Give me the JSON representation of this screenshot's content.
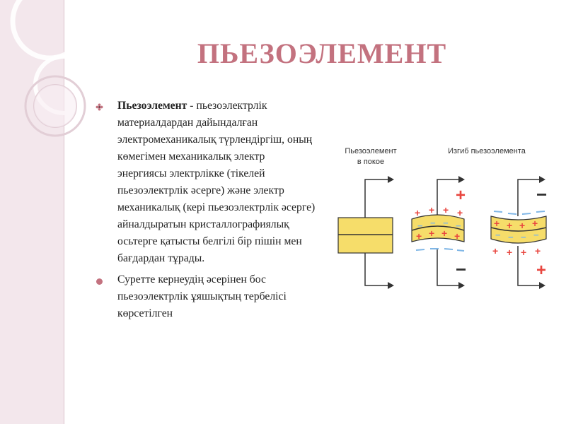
{
  "slide": {
    "title": "ПЬЕЗОЭЛЕМЕНТ",
    "bullets": [
      {
        "term": "Пьезоэлемент",
        "text": " - пьезоэлектрлік материалдардан дайындалған электромеханикалық түрлендіргіш, оның көмегімен механикалық электр энергиясы электрлікке (тікелей пьезоэлектрлік әсерге) және электр механикалық (кері пьезоэлектрлік әсерге) айналдыратын кристаллографиялық осьтерге қатысты белгілі бір пішін мен бағдардан тұрады."
      },
      {
        "term": "",
        "text": "Суретте кернеудің әсерінен бос пьезоэлектрлік ұяшықтың тербелісі көрсетілген"
      }
    ],
    "colors": {
      "title": "#c3727f",
      "band": "#f3e7ec",
      "plus": "#e8463f",
      "minus": "#7fb6e6",
      "element": "#f6dd6a"
    }
  },
  "figure": {
    "label_rest_line1": "Пьезоэлемент",
    "label_rest_line2": "в покое",
    "label_bend": "Изгиб пьезоэлемента",
    "plus": "+",
    "minus": "−"
  }
}
